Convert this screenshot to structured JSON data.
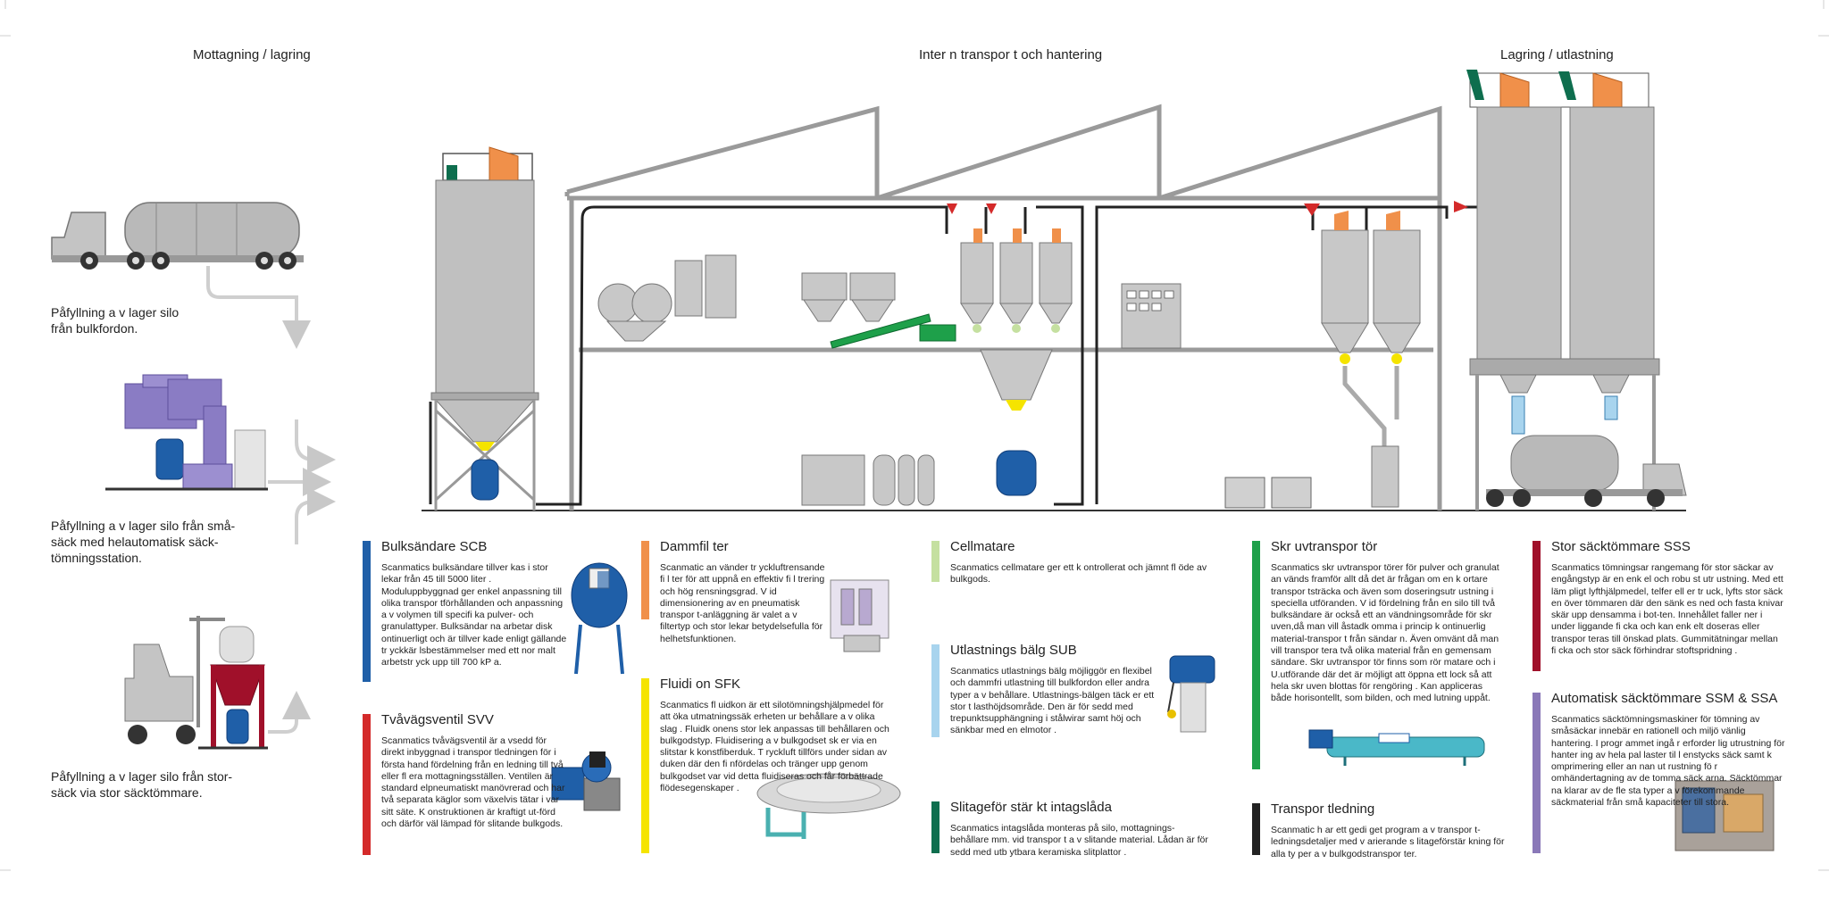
{
  "sections": {
    "receiving": "Mottagning / lagring",
    "internal": "Inter n transpor t och hantering",
    "loading": "Lagring / utlastning"
  },
  "left_captions": [
    "Påfyllning a  v lager silo från bulkfordon.",
    "Påfyllning a  v lager silo från små-säck med helautomatisk säck-tömningsstation.",
    "Påfyllning a  v lager silo från stor-säck via stor    säcktömmare."
  ],
  "colors": {
    "blue": "#1f5fa8",
    "orange": "#f0904a",
    "light_green": "#c5e0a0",
    "light_blue": "#a8d4ee",
    "dark_green": "#0e6e4e",
    "yellow": "#f5e400",
    "red": "#d42a2a",
    "bright_green": "#1ea04a",
    "black": "#222222",
    "crimson": "#a0102a",
    "purple": "#8a78b8",
    "gray": "#bdbdbd"
  },
  "cards": [
    {
      "title": "Bulksändare SCB",
      "text": "Scanmatics bulksändare tillver    kas i stor lekar från 45 till 5000 liter    . Moduluppbyggnad ger enkel anpassning till olika transpor  tförhållanden och anpassning a  v volymen till specifi ka pulver- och granulattyper. Bulksändar  na arbetar disk ontinuerligt och är tillver kade enligt gällande tr yckkär lsbestämmelser med ett nor malt arbetstr yck upp till 700 kP a."
    },
    {
      "title": "Tvåvägsventil SVV",
      "text": "Scanmatics tvåvägsventil är a     vsedd för direkt inbyggnad i transpor tledningen för i första hand fördelning från en ledning till två eller fl era mottagningsställen. Ventilen är standard elpneumatiskt manövrerad och har två separata käglor som växelvis tätar i var    sitt säte. K onstruktionen är kraftigt ut-förd och därför väl lämpad för slitande bulkgods."
    },
    {
      "title": "Dammfil ter",
      "text": "Scanmatic an  vänder tr yckluftrensande fi l ter för att uppnå en effektiv fi l trering och hög rensningsgrad. V id dimensionering av en pneumatisk transpor  t-anläggning är valet a  v filtertyp och stor lekar betydelsefulla för helhetsfunktionen."
    },
    {
      "title": "Fluidi on SFK",
      "text": "Scanmatics fl uidkon är ett silotömningshjälpmedel för att öka utmatningssäk  erheten ur behållare a  v olika slag . Fluidk onens stor  lek anpassas till behållaren och bulkgodstyp. Fluidisering a v bulkgodset sk er via en slitstar k konstfiberduk. T ryckluft tillförs under  sidan av duken där den fi nfördelas och tränger upp genom bulkgodset var vid detta fluidiseras och får förbättrade flödesegenskaper ."
    },
    {
      "title": "Cellmatare",
      "text": "Scanmatics cellmatare ger ett k    ontrollerat och jämnt fl öde av bulkgods."
    },
    {
      "title": "Utlastnings  bälg SUB",
      "text": "Scanmatics    utlastnings bälg möjliggör en flexibel och dammfri utlastning till bulkfordon eller andra typer a  v behållare. Utlastnings-bälgen täck er ett stor  t lasthöjdsområde. Den är för sedd med trepunktsupphängning i stålwirar samt höj och sänkbar med en elmotor   ."
    },
    {
      "title": "Slitageför stär kt intagslåda",
      "text": "Scanmatics intagslåda monteras på silo,       mottagnings-behållare mm. vid transpor  t a v slitande material. Lådan är för sedd med utb ytbara keramiska slitplattor  ."
    },
    {
      "title": "Skr uvtranspor tör",
      "text": "Scanmatics skr    uvtranspor törer för pulver och granulat an vänds framför allt då det är frågan om en k ortare transpor tsträcka och även som doseringsutr ustning i speciella utföranden. V   id fördelning från en silo till två bulksändare är också ett an  vändningsområde för skr  uven,då man vill åstadk omma i princip k ontinuerlig material-transpor t från sändar  n. Även omvänt då man vill transpor tera två olika material från en gemensam sändare. Skr   uvtranspor tör finns som rör  matare och i U.utförande där det är möjligt att öppna ett lock så att hela skr    uven blottas för rengöring . Kan appliceras både horisontellt,      som bilden, och med lutning uppåt."
    },
    {
      "title": "Transpor tledning",
      "text": "Scanmatic h  ar ett gedi get program a v transpor t-ledningsdetaljer med v arierande s  litageförstär kning för alla ty per a v bulkgodstranspor ter."
    },
    {
      "title": "Stor säcktömmare SSS",
      "text": "Scanmatics tömningsar  rangemang för stor säckar av engångstyp  är en enk el och robu st utr ustning. Med ett läm pligt lyfthjälpmedel, telfer ell er tr uck, lyfts stor säck en över tömmaren där den sänk   es ned och fasta knivar skär upp densamma i bot-ten. Innehållet faller ner i under    liggande fi cka och kan enk elt doseras eller transpor    teras till önskad plats. Gummitätningar mellan fi  cka och stor  säck förhindrar stoftspridning ."
    },
    {
      "title": "Automatisk säcktömmare SSM & SSA",
      "text": "Scanmatics säcktömningsmaskiner för tömning av småsäckar    innebär en rationell och miljö vänlig hantering. I progr ammet ingå r erforder lig utrustning för hanter ing av hela pal laster til l enstycks  säck samt k omprimering eller an nan ut rustning fö r omhändertagning av de tomma säck arna. Säcktömmar na klarar av de fle sta typer a  v förekommande säckmaterial från små kapaciteter till stora."
    }
  ]
}
